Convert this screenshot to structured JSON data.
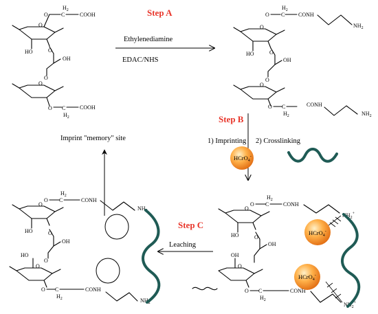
{
  "steps": {
    "a": "Step A",
    "b": "Step B",
    "c": "Step C"
  },
  "reagents": {
    "ethylenediamine": "Ethylenediamine",
    "edac_nhs": "EDAC/NHS",
    "imprinting": "1) Imprinting",
    "crosslinking": "2) Crosslinking",
    "leaching": "Leaching",
    "imprint_site": "Imprint \"memory\" site"
  },
  "ion": {
    "label": "HCrO",
    "subscript": "4",
    "charge": "-"
  },
  "chem": {
    "ho": "HO",
    "oh": "OH",
    "o": "O",
    "c": "C",
    "h2": "H",
    "h2_sub": "2",
    "cooh": "COOH",
    "conh": "CONH",
    "nh2": "NH",
    "nh2_sub": "2",
    "nh2_plus": "NH",
    "nh2_plus_sup": "+",
    "nh2_plus_sub": "2"
  },
  "colors": {
    "step": "#e8362b",
    "polymer": "#1f5b55",
    "ion_light": "#ffc86b",
    "ion_dark": "#e8871e"
  }
}
